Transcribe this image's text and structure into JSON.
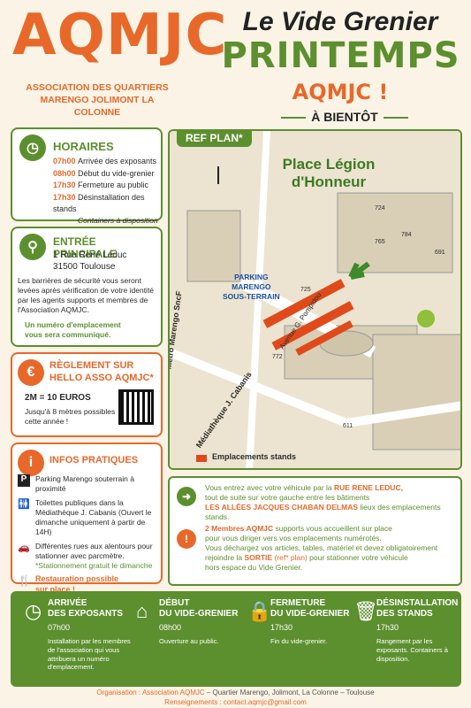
{
  "header": {
    "brand": "AQMJC",
    "assoc_line1": "ASSOCIATION DES QUARTIERS",
    "assoc_line2": "MARENGO JOLIMONT LA COLONNE",
    "title1": "Le Vide Grenier",
    "title2": "PRINTEMPS",
    "title3": "AQMJC !",
    "title4": "À BIENTÔT"
  },
  "horaires": {
    "title": "HORAIRES",
    "rows": [
      {
        "time": "07h00",
        "text": "Arrivée des exposants"
      },
      {
        "time": "08h00",
        "text": "Début du vide-grenier"
      },
      {
        "time": "17h30",
        "text": "Fermeture au public"
      },
      {
        "time": "17h30",
        "text": "Désinstallation des stands"
      }
    ],
    "note": "Containers à disposition"
  },
  "entree": {
    "title": "ENTRÉE PRINCIPALE",
    "addr1": "1 Rue René Leduc",
    "addr2": "31500 Toulouse",
    "text": "Les barrières de sécurité  vous seront levées après vérification de votre identité par les agents supports et membres de l'Association AQMJC.",
    "note1": "Un numéro d'emplacement",
    "note2": "vous sera communiqué."
  },
  "reglement": {
    "title1": "RÈGLEMENT SUR",
    "title2": "HELLO ASSO  AQMJC*",
    "price": "2M = 10 EUROS",
    "text1": "Jusqu'à 8 mètres possibles",
    "text2": "cette année !"
  },
  "infos": {
    "title": "INFOS PRATIQUES",
    "items": [
      {
        "icon": "parking-icon",
        "text": "Parking Marengo souterrain à proximité"
      },
      {
        "icon": "toilet-icon",
        "text": "Toilettes publiques dans la Médiathèque J. Cabanis (Ouvert le dimanche uniquement à partir de 14H)"
      },
      {
        "icon": "car-icon",
        "text": "Différentes rues aux alentours pour stationner avec parcmètre."
      }
    ],
    "parking_note": "*Stationnement gratuit le dimanche",
    "resto1": "Restauration possible",
    "resto2": "sur place !"
  },
  "map": {
    "ref": "REF PLAN*",
    "place1": "Place Légion",
    "place2": "d'Honneur",
    "parking1": "PARKING",
    "parking2": "MARENGO",
    "parking3": "SOUS-TERRAIN",
    "metro": "Métro Marengo SncF",
    "media": "Médiathèque J. Cabanis",
    "avenue": "Avenue G. Pompidou",
    "legend": "Emplacements stands",
    "n725": "725",
    "n724": "724",
    "n784": "784",
    "n691": "691",
    "n765": "765",
    "n772": "772",
    "n611": "611"
  },
  "instructions": {
    "p1a": "Vous entrez avec votre véhicule par la",
    "p1b": "RUE RENE LEDUC,",
    "p1c": "tout de suite sur votre gauche entre les bâtiments",
    "p1d": "LES ALLÉES JACQUES CHABAN DELMAS",
    "p1e": "lieux des emplacements stands.",
    "p2a": "2 Membres AQMJC",
    "p2b": "supports vous accueillent sur place",
    "p2c": "pour vous diriger vers vos emplacements numérotés.",
    "p2d": "Vous déchargez vos articles, tables, matériel et devez obligatoirement",
    "p2e": "rejoindre la",
    "p2f": "SORTIE",
    "p2g": "(ref* plan)",
    "p2h": "pour stationner votre véhicule",
    "p2i": "hors espace du Vide Grenier."
  },
  "timeline": [
    {
      "icon": "clock-icon",
      "t1": "ARRIVÉE",
      "t2": "DES EXPOSANTS",
      "time": "07h00",
      "desc": "Installation par les membres de l'association qui vous attribuera un numéro d'emplacement."
    },
    {
      "icon": "shop-icon",
      "t1": "DÉBUT",
      "t2": "DU VIDE-GRENIER",
      "time": "08h00",
      "desc": "Ouverture au public."
    },
    {
      "icon": "lock-icon",
      "t1": "FERMETURE",
      "t2": "DU VIDE-GRENIER",
      "time": "17h30",
      "desc": "Fin du vide-grenier."
    },
    {
      "icon": "trash-icon",
      "t1": "DÉSINSTALLATION",
      "t2": "DES STANDS",
      "time": "17h30",
      "desc": "Rangement par les exposants. Containers à disposition."
    }
  ],
  "footer": {
    "org": "Organisation : Association AQMJC",
    "org2": " – Quartier Marengo, Jolimont, La Colonne – Toulouse",
    "contact": "Renseignements : contact.aqmjc@gmail.com"
  },
  "colors": {
    "orange": "#e8682a",
    "green": "#5c8f2e"
  }
}
